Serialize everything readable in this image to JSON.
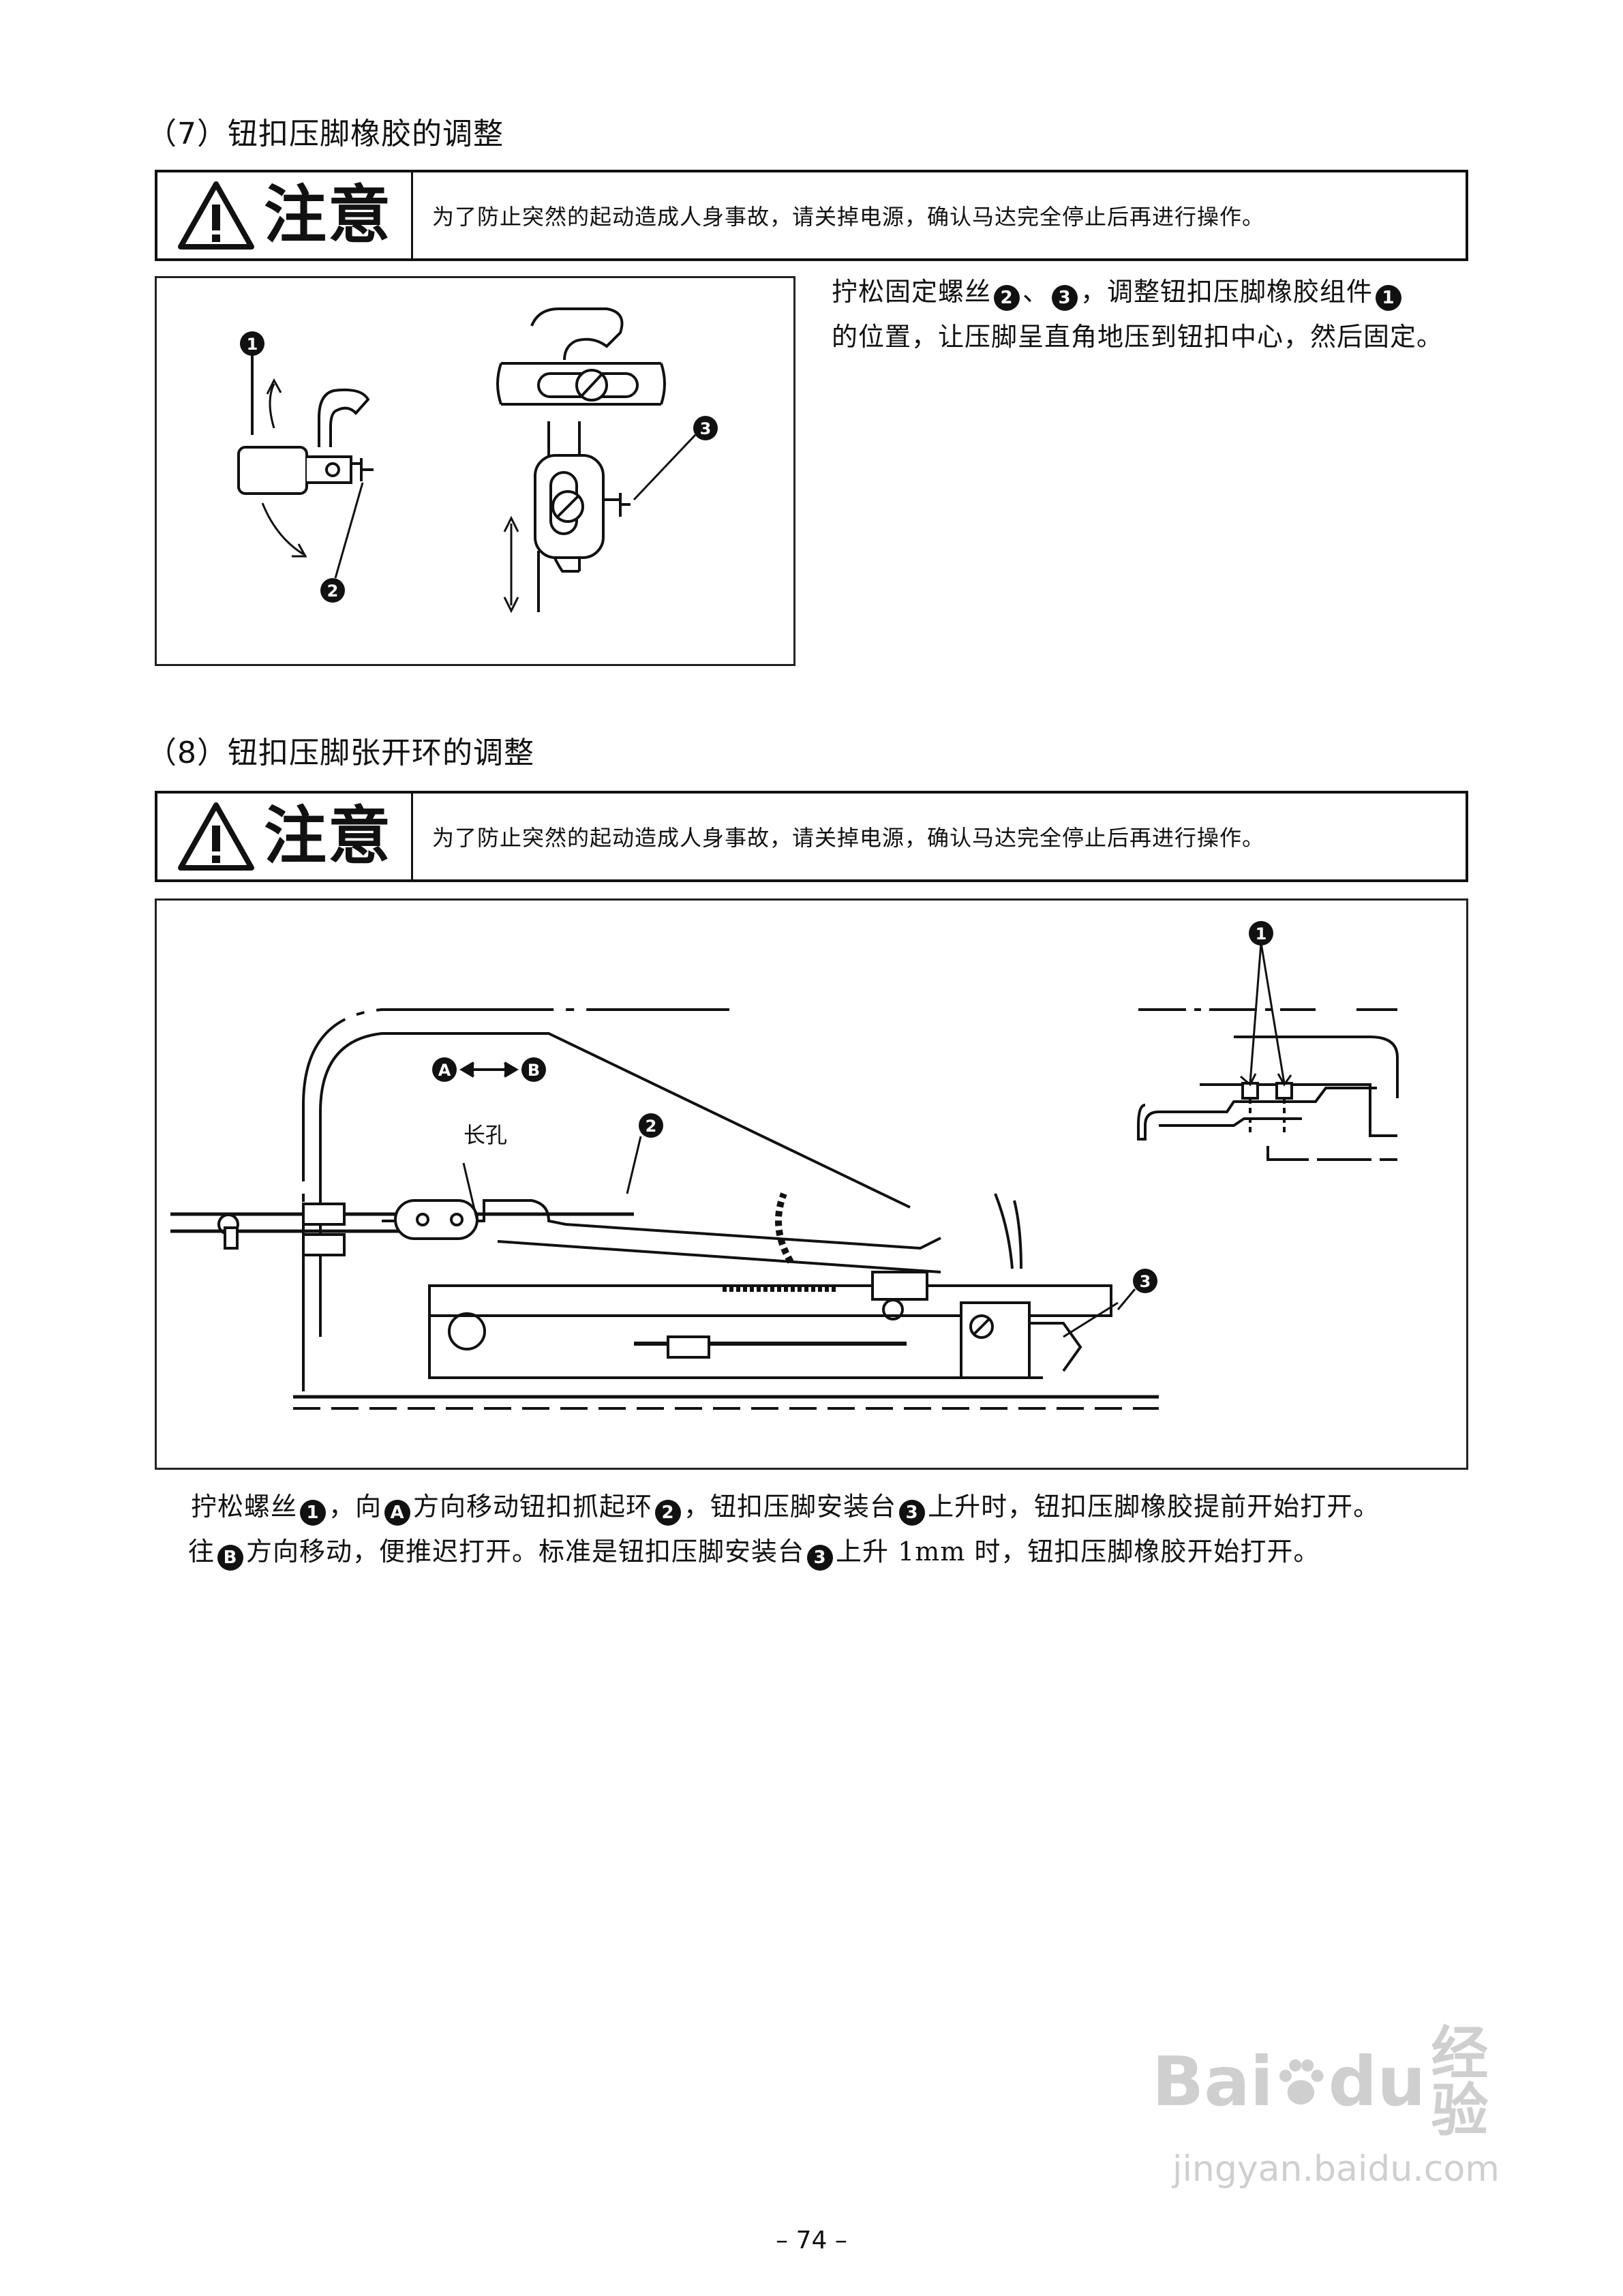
{
  "section7": {
    "heading": "（7）钮扣压脚橡胶的调整",
    "caution_word": "注意",
    "caution_text": "为了防止突然的起动造成人身事故，请关掉电源，确认马达完全停止后再进行操作。",
    "figure_callouts": [
      "1",
      "2",
      "3"
    ],
    "text_line1_a": "拧松固定螺丝",
    "text_line1_sep": "、",
    "text_line1_b": "，调整钮扣压脚橡胶组件",
    "text_line2": "的位置，让压脚呈直角地压到钮扣中心，然后固定。",
    "refs": {
      "one": "1",
      "two": "2",
      "three": "3"
    }
  },
  "section8": {
    "heading": "（8）钮扣压脚张开环的调整",
    "caution_word": "注意",
    "caution_text": "为了防止突然的起动造成人身事故，请关掉电源，确认马达完全停止后再进行操作。",
    "figure_label_slot": "长孔",
    "figure_direction_a": "A",
    "figure_direction_b": "B",
    "figure_callouts": [
      "1",
      "2",
      "3"
    ],
    "p1_a": "拧松螺丝",
    "p1_b": "，向",
    "p1_c": "方向移动钮扣抓起环",
    "p1_d": "，钮扣压脚安装台",
    "p1_e": "上升时，钮扣压脚橡胶提前开始打开。",
    "p2_a": "往",
    "p2_b": "方向移动，便推迟打开。标准是钮扣压脚安装台",
    "p2_c": "上升 1mm 时，钮扣压脚橡胶开始打开。",
    "refs": {
      "one": "1",
      "two": "2",
      "three": "3",
      "a": "A",
      "b": "B"
    }
  },
  "page_number": "– 74 –",
  "watermark": {
    "brand": "Bai",
    "brand2": "du",
    "brand3": "经验",
    "url": "jingyan.baidu.com"
  }
}
